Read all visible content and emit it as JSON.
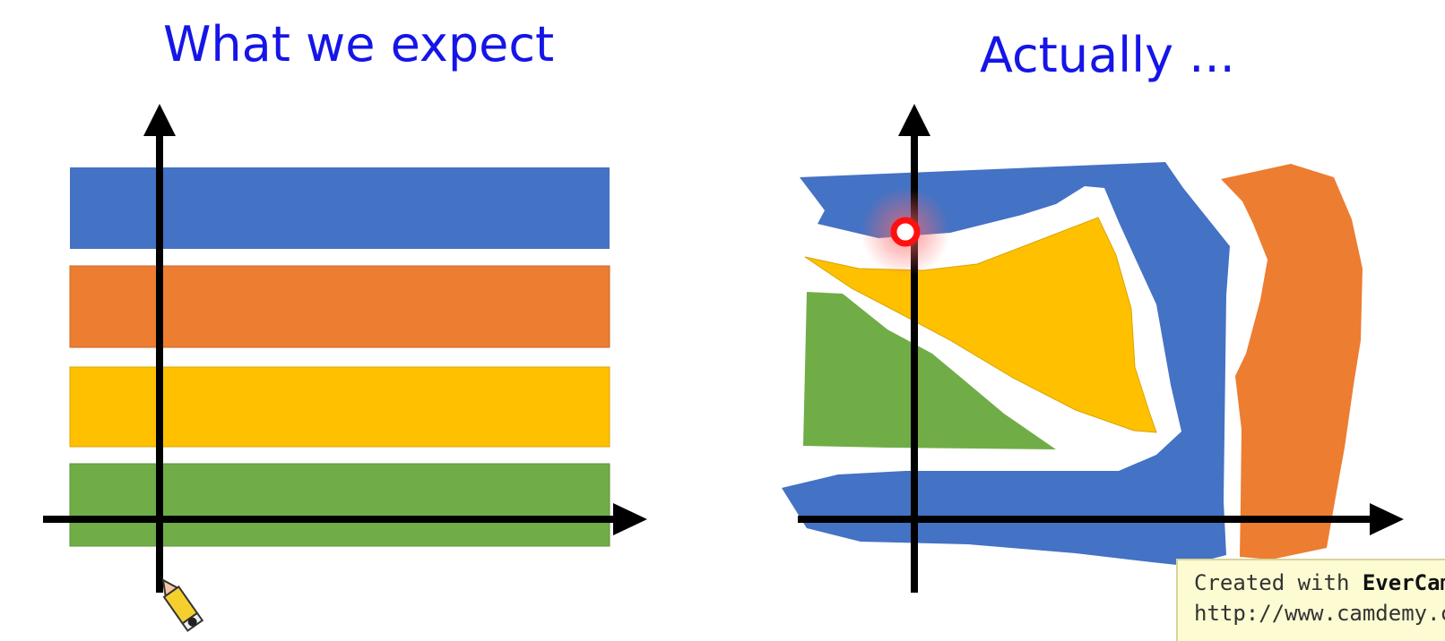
{
  "titles": {
    "left": "What we expect",
    "right": "Actually ..."
  },
  "colors": {
    "title": "#1515e8",
    "blue": "#4472c4",
    "orange": "#ed7d31",
    "yellow": "#ffc000",
    "green": "#70ad47",
    "axis": "#000000",
    "highlight": "#ff0000"
  },
  "bands_order": [
    "blue",
    "orange",
    "yellow",
    "green"
  ],
  "watermark": {
    "line1_prefix": "Created with ",
    "line1_brand": "EverCam",
    "line2": "http://www.camdemy.com"
  },
  "icons": [
    "pencil-cursor-icon",
    "recording-highlight-icon"
  ]
}
